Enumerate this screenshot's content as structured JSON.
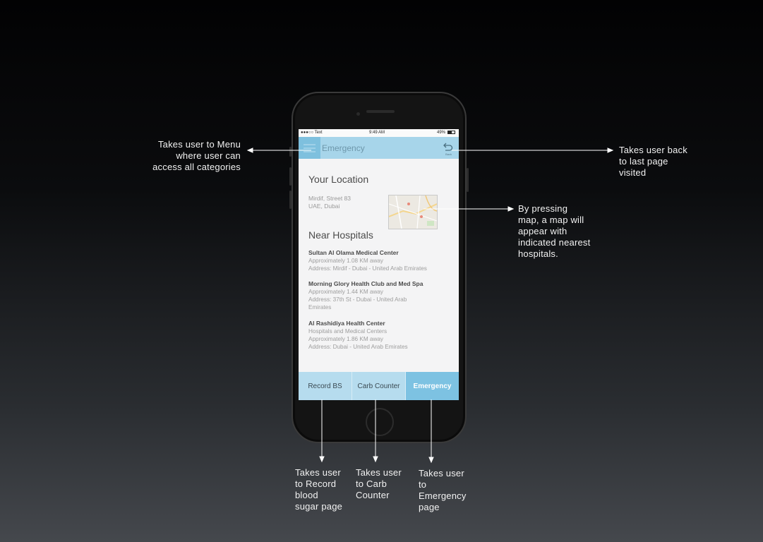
{
  "phone": {
    "status_bar": {
      "carrier": "●●●○○ Text",
      "time": "9:49 AM",
      "battery": "49%"
    },
    "header": {
      "title": "Emergency",
      "back_label": "Back"
    },
    "location": {
      "heading": "Your Location",
      "address_line1": "Mirdif, Street 83",
      "address_line2": "UAE, Dubai"
    },
    "hospitals": {
      "heading": "Near Hospitals",
      "items": [
        {
          "name": "Sultan Al Olama Medical Center",
          "lines": [
            "Approximately 1.08 KM away",
            "Address: Mirdif - Dubai - United Arab Emirates"
          ]
        },
        {
          "name": "Morning Glory Health Club and Med Spa",
          "lines": [
            "Approximately 1.44 KM away",
            "Address: 37th St - Dubai - United Arab",
            "Emirates"
          ]
        },
        {
          "name": "Al Rashidiya Health Center",
          "lines": [
            "Hospitals and Medical Centers",
            "Approximately 1.86 KM away",
            "Address: Dubai - United Arab Emirates"
          ]
        }
      ]
    },
    "tabs": [
      {
        "label": "Record BS",
        "active": false
      },
      {
        "label": "Carb Counter",
        "active": false
      },
      {
        "label": "Emergency",
        "active": true
      }
    ]
  },
  "annotations": {
    "menu": "Takes user to Menu\nwhere user can\naccess all categories",
    "back": "Takes user back\nto last page\nvisited",
    "map": "By pressing\nmap, a map will\nappear with\nindicated nearest\nhospitals.",
    "record_bs": "Takes user\nto Record\nblood\nsugar page",
    "carb_counter": "Takes user\nto Carb\nCounter",
    "emergency": "Takes user\nto\nEmergency\npage"
  },
  "colors": {
    "header": "#a7d5ea",
    "menu_button": "#7ec0de",
    "tab": "#b6dcee",
    "tab_active": "#7dc2e2"
  }
}
